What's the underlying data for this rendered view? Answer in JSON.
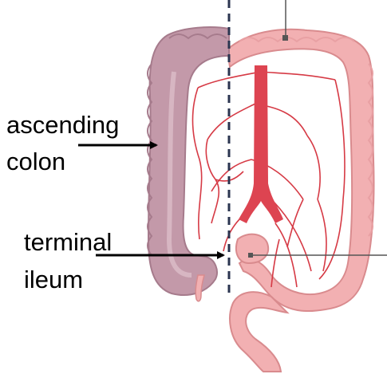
{
  "labels": {
    "ascending_colon_line1": "ascending",
    "ascending_colon_line2": "colon",
    "terminal_ileum_line1": "terminal",
    "terminal_ileum_line2": "ileum"
  },
  "colors": {
    "ascending_colon": "#b88a9c",
    "colon_body": "#f1aeb0",
    "colon_outline": "#d98b8e",
    "vessels": "#d63a45",
    "aorta": "#dd4451",
    "cut_line": "#2b3550",
    "arrows": "#000000",
    "leader_lines": "#555555"
  }
}
